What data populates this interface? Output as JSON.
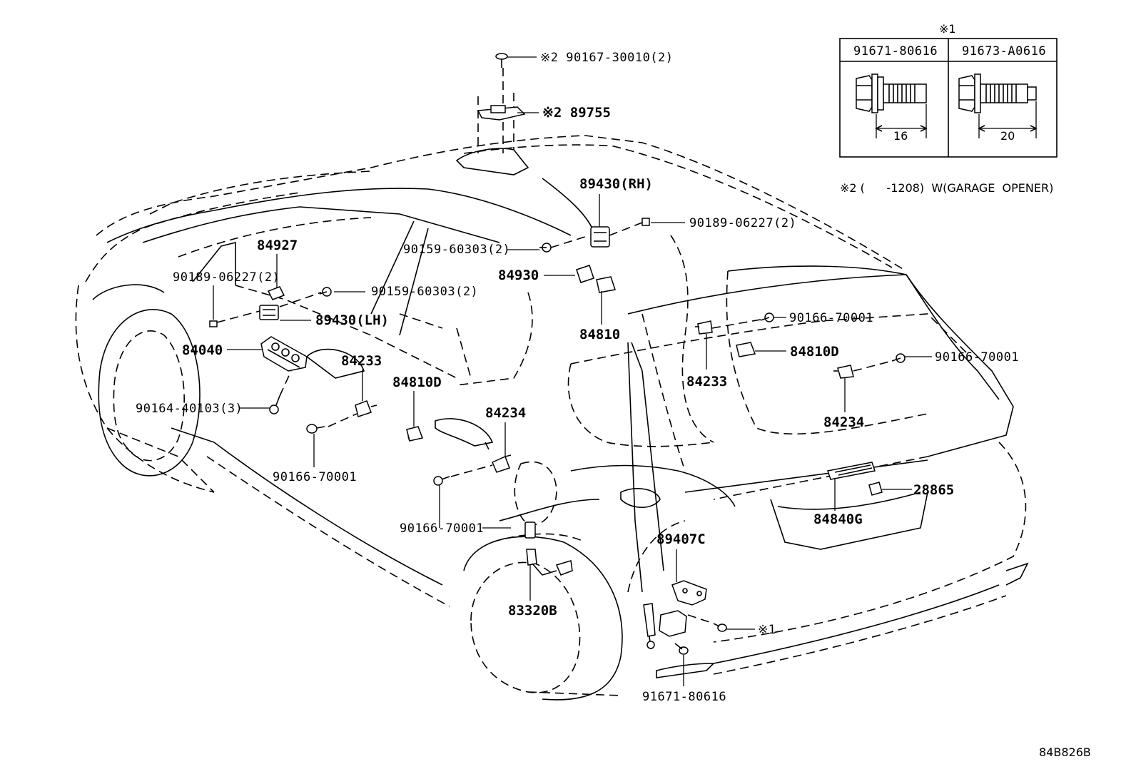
{
  "labels": {
    "p90167": "※2 90167-30010(2)",
    "p89755": "※2 89755",
    "p89430rh": "89430(RH)",
    "p90189_r": "90189-06227(2)",
    "p90159_r": "90159-60303(2)",
    "p84930": "84930",
    "p84810": "84810",
    "p84927": "84927",
    "p90189_l": "90189-06227(2)",
    "p90159_l": "90159-60303(2)",
    "p89430lh": "89430(LH)",
    "p84040": "84040",
    "p84233_l": "84233",
    "p90164": "90164-40103(3)",
    "p84810d_l": "84810D",
    "p90166_l": "90166-70001",
    "p84234_l": "84234",
    "p90166_c": "90166-70001",
    "p83320b": "83320B",
    "p90166_r1": "90166-70001",
    "p84810d_r": "84810D",
    "p84233_r": "84233",
    "p90166_r2": "90166-70001",
    "p84234_r": "84234",
    "p28865": "28865",
    "p84840g": "84840G",
    "p89407c": "89407C",
    "pnote1": "※1",
    "p91671": "91671-80616"
  },
  "inset": {
    "mark": "※1",
    "col1": "91671-80616",
    "col2": "91673-A0616",
    "dim1": "16",
    "dim2": "20"
  },
  "note2": "※2 (      -1208)  W(GARAGE  OPENER)",
  "figure_code": "84B826B"
}
